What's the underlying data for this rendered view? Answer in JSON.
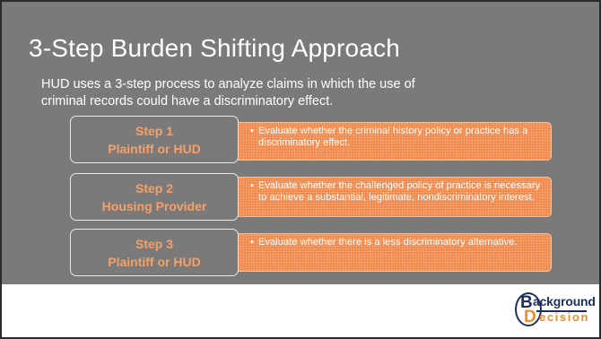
{
  "slide": {
    "title": "3-Step Burden Shifting Approach",
    "intro": "HUD uses a 3-step process to analyze claims in which the use of criminal records could have a discriminatory effect."
  },
  "steps": [
    {
      "step": "Step 1",
      "party": "Plaintiff or HUD",
      "description": "Evaluate whether the criminal history policy or practice has a discriminatory effect."
    },
    {
      "step": "Step 2",
      "party": "Housing Provider",
      "description": "Evaluate whether the challenged policy of practice is necessary to achieve a substantial, legitimate, nondiscriminatory interest."
    },
    {
      "step": "Step 3",
      "party": "Plaintiff or HUD",
      "description": "Evaluate whether there is a less discriminatory alternative."
    }
  ],
  "logo": {
    "letter_b": "B",
    "letter_d": "D",
    "word_top": "ackground",
    "word_bottom": "ecision"
  },
  "colors": {
    "slide_bg": "#7a7a7a",
    "accent_orange": "#f08a4e",
    "step_text": "#f4a16a",
    "logo_navy": "#1f2f5c",
    "logo_orange": "#f08a2c"
  },
  "icons": {
    "bullet": "•"
  }
}
